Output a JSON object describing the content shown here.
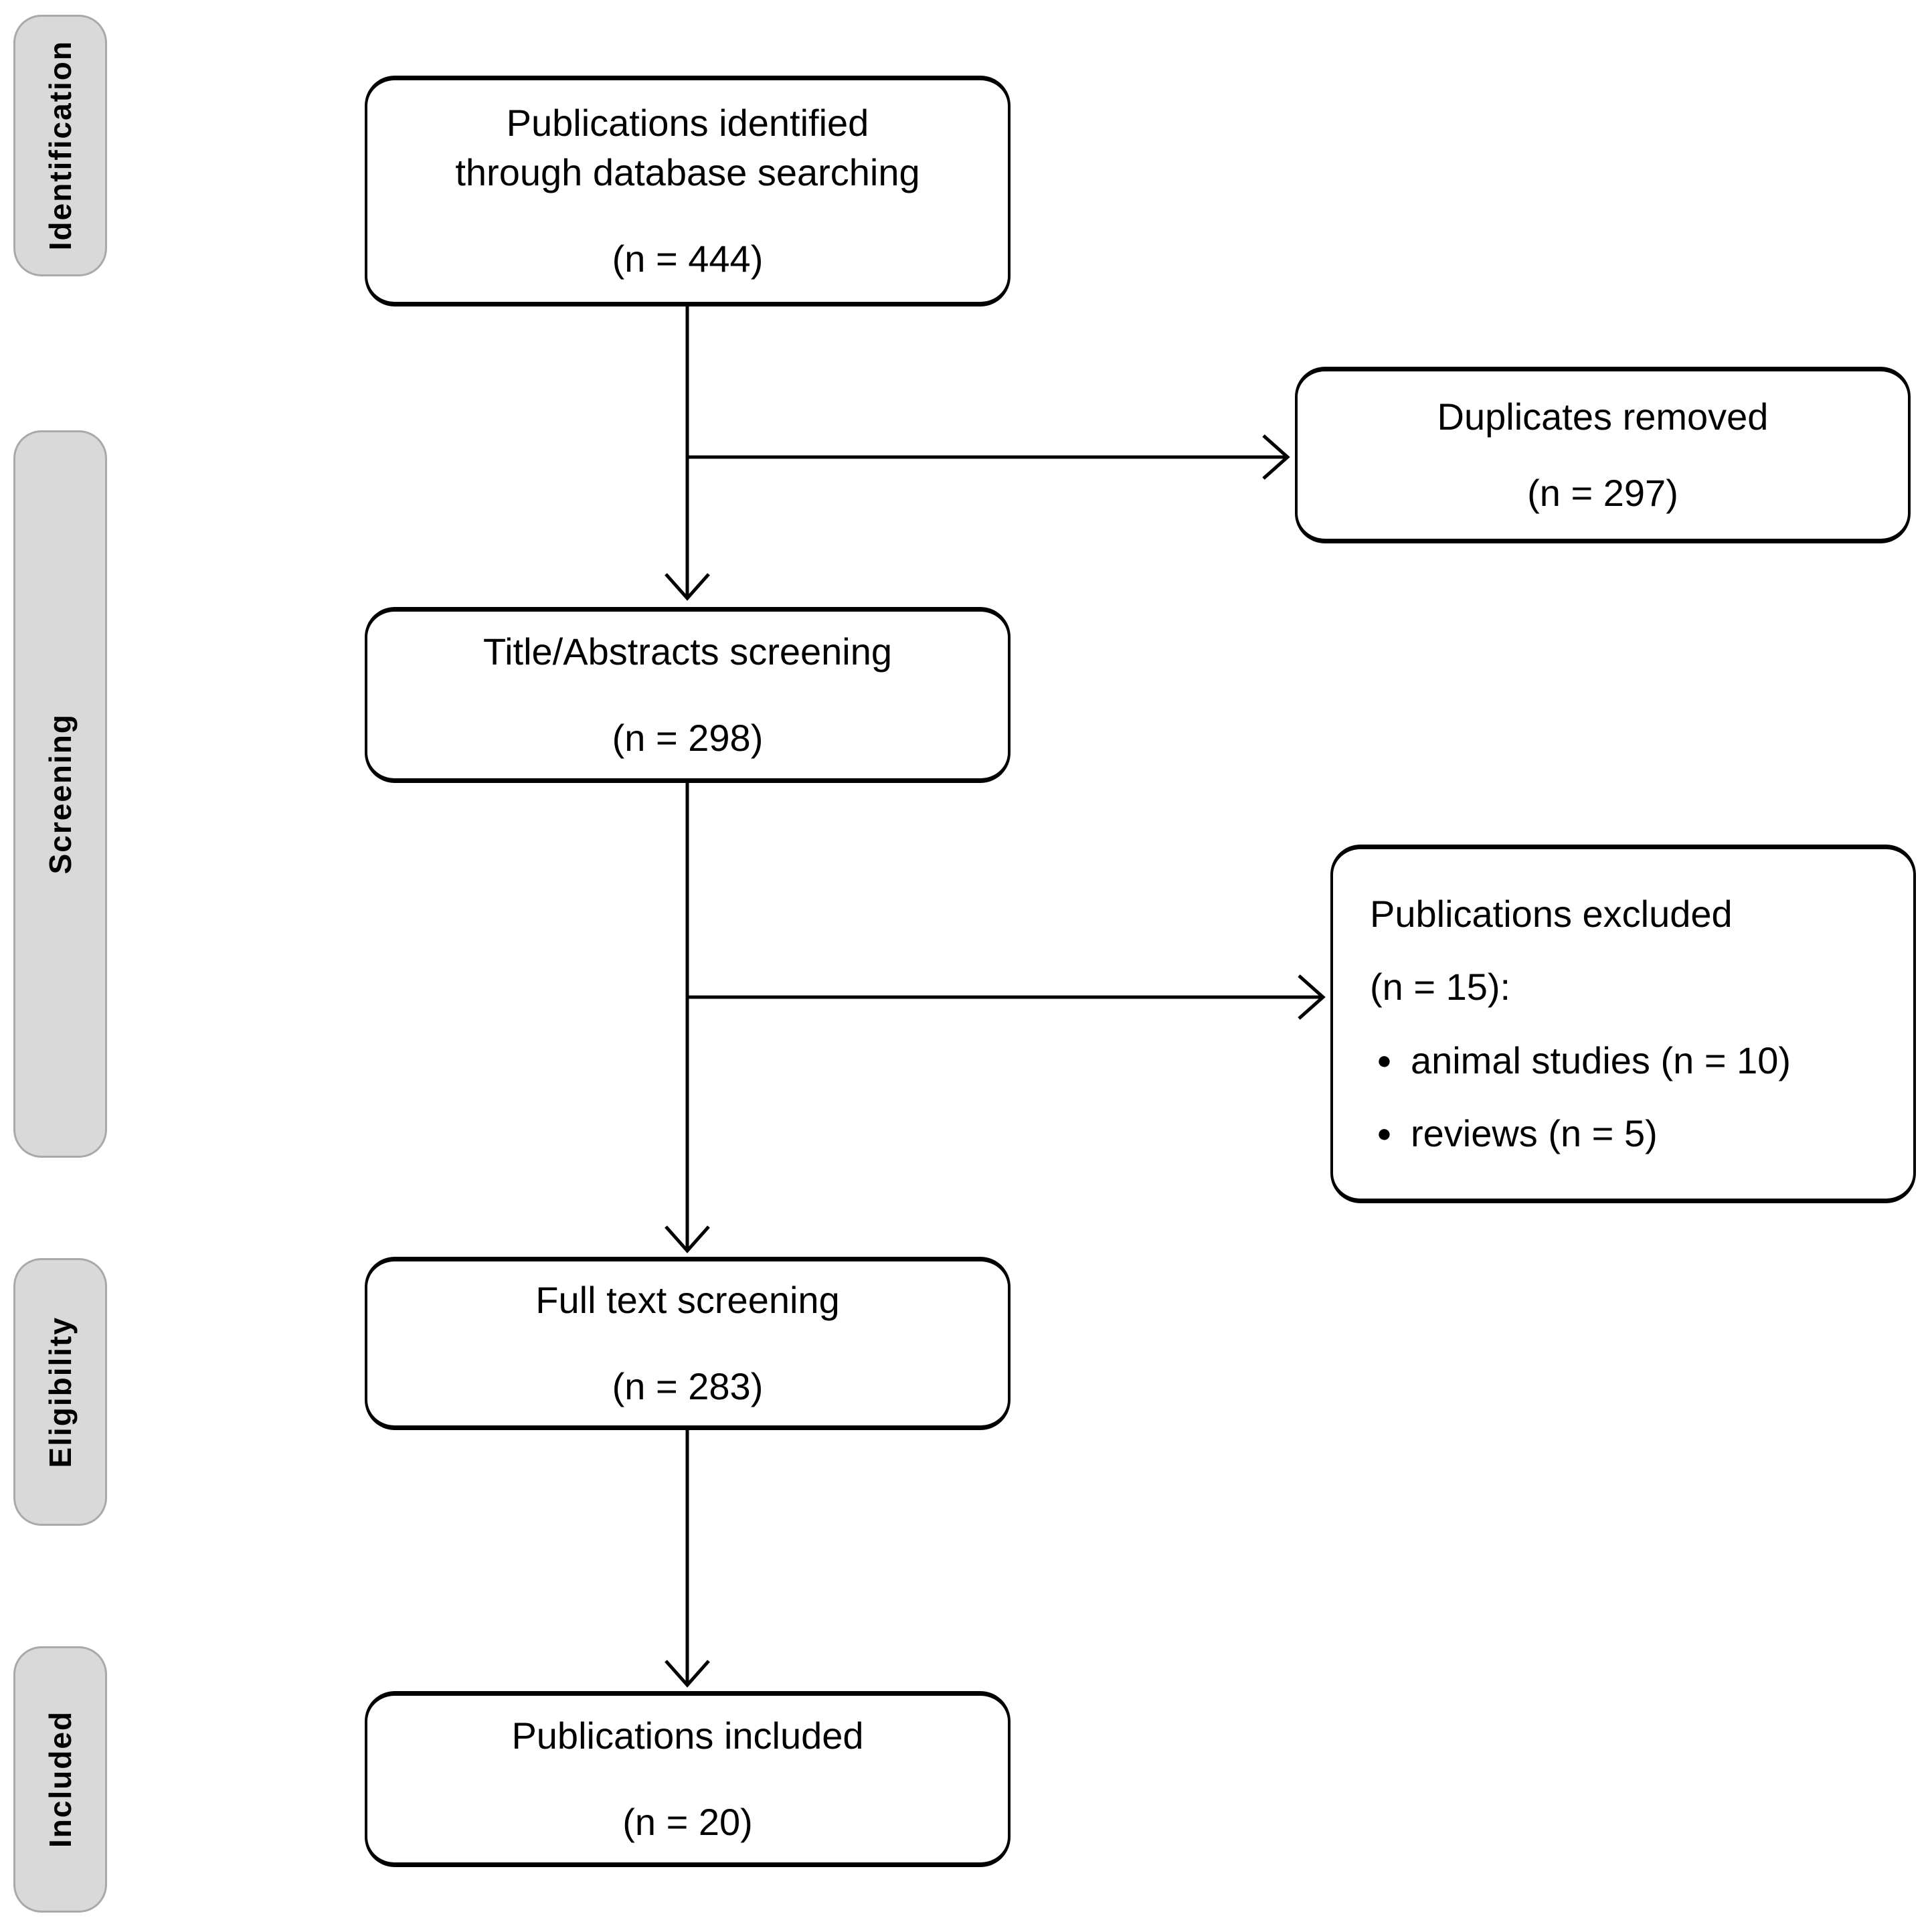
{
  "colors": {
    "background": "#ffffff",
    "box_border": "#000000",
    "text": "#000000",
    "sidebar_fill": "#d9d9d9",
    "sidebar_border": "#a9a9a9"
  },
  "stages": [
    {
      "label": "Identification"
    },
    {
      "label": "Screening"
    },
    {
      "label": "Eligibility"
    },
    {
      "label": "Included"
    }
  ],
  "flow": {
    "identified": {
      "line1": "Publications identified",
      "line2": "through database searching",
      "n": "(n = 444)"
    },
    "duplicates_removed": {
      "line1": "Duplicates removed",
      "n": "(n = 297)"
    },
    "title_abstracts": {
      "line1": "Title/Abstracts screening",
      "n": "(n = 298)"
    },
    "excluded": {
      "line1": "Publications excluded",
      "line2": "(n = 15):",
      "bullet_glyph": "●",
      "bullets": [
        {
          "label": "animal studies (n = 10)"
        },
        {
          "label": "reviews (n = 5)"
        }
      ]
    },
    "full_text": {
      "line1": "Full text screening",
      "n": "(n = 283)"
    },
    "included": {
      "line1": "Publications included",
      "n": "(n = 20)"
    }
  }
}
